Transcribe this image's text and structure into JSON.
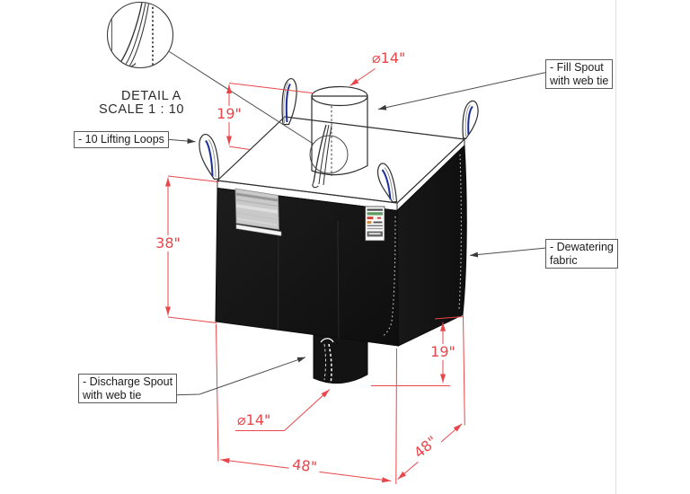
{
  "detail_view": {
    "title": "DETAIL A",
    "scale": "SCALE 1 : 10"
  },
  "callouts": {
    "lifting_loops": {
      "label": "- 10 Lifting Loops"
    },
    "fill_spout": {
      "line1": "- Fill Spout",
      "line2": "with web tie"
    },
    "dewatering": {
      "line1": "- Dewatering",
      "line2": "fabric"
    },
    "discharge_spout": {
      "line1": "- Discharge Spout",
      "line2": "with web tie"
    }
  },
  "dimensions": {
    "fill_spout_diameter": "⌀14\"",
    "fill_spout_height": "19\"",
    "body_height": "38\"",
    "discharge_spout_height": "19\"",
    "discharge_spout_diameter": "⌀14\"",
    "base_width": "48\"",
    "base_depth": "48\""
  },
  "colors": {
    "dimension": "#e8464a",
    "drawing_line": "#2d2d2d",
    "leader_line": "#4d4d4d",
    "bag_fabric": "#141414",
    "loop_stripe": "#1e3099",
    "pouch_gray": "#c9c9c9"
  }
}
